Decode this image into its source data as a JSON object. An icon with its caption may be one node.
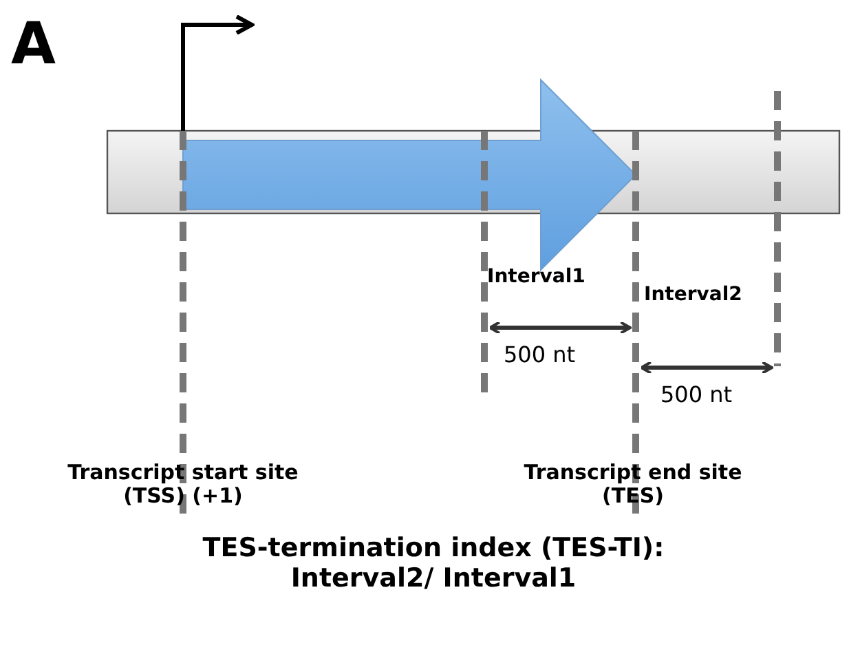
{
  "diagram": {
    "caption": "TES-termination index (TES-TI): Interval2/ Interval1",
    "labels": [
      "A",
      "Interval1",
      "500 nt",
      "Interval2",
      "500 nt",
      "Transcript start site (TSS) (+1)",
      "Transcript end site (TES)"
    ]
  }
}
